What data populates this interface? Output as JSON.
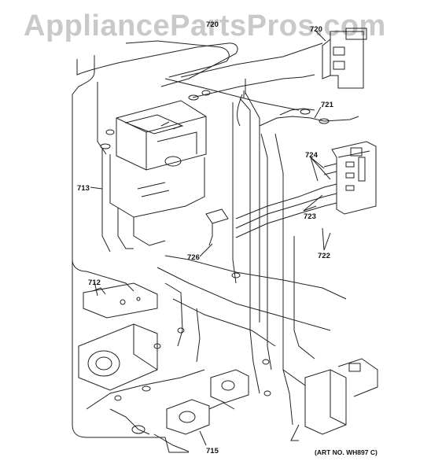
{
  "watermark": "AppliancePartsPros.com",
  "art_number": "(ART NO. WH897 C)",
  "callouts": {
    "c720": "720",
    "c721": "721",
    "c724": "724",
    "c713": "713",
    "c723": "723",
    "c726": "726",
    "c722": "722",
    "c712": "712",
    "c715": "715"
  }
}
